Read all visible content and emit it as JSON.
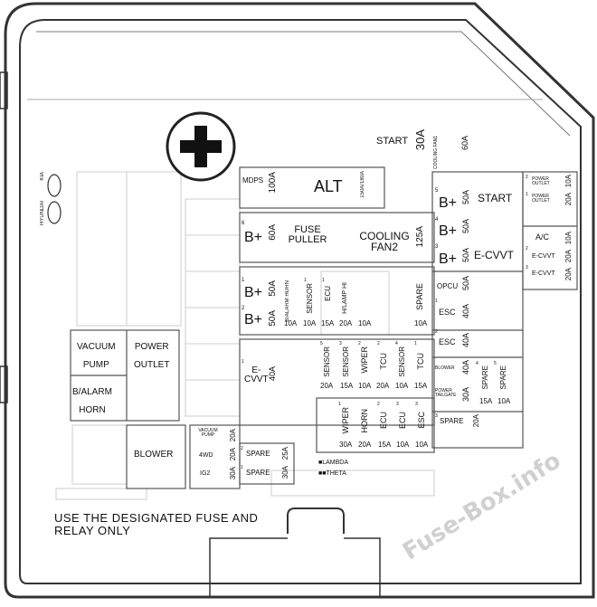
{
  "note": [
    "USE THE DESIGNATED FUSE AND",
    "RELAY ONLY"
  ],
  "watermark": "Fuse-Box.info",
  "brand": [
    "HYUNDAI",
    "KIA"
  ],
  "legend": {
    "lambda": "■LAMBDA",
    "theta": "■■THETA"
  },
  "top_block": {
    "start": "START",
    "start_amp": "30A",
    "cooling_fan1": "COOLING FAN1",
    "cooling_fan1_amp": "60A",
    "mdps": "MDPS",
    "mdps_amp": "100A",
    "alt": "ALT",
    "alt_amp": "150A/180A",
    "b_plus_6": "B+",
    "b_plus_6_num": "6",
    "b_plus_6_amp": "60A",
    "fuse_puller": [
      "FUSE",
      "PULLER"
    ],
    "cooling_fan2": [
      "COOLING",
      "FAN2"
    ],
    "cooling_fan2_amp": "125A"
  },
  "right_block": {
    "b5": "B+",
    "b5_num": "5",
    "b5_amp": "50A",
    "b4": "B+",
    "b4_num": "4",
    "b4_amp": "50A",
    "b3": "B+",
    "b3_num": "3",
    "b3_amp": "50A",
    "relay_start": "START",
    "relay_ecvvt": "E-CVVT",
    "power_outlet2": "POWER OUTLET",
    "power_outlet2_num": "2",
    "power_outlet2_amp": "10A",
    "power_outlet1": "POWER OUTLET",
    "power_outlet1_num": "1",
    "power_outlet1_amp": "20A",
    "ac": "A/C",
    "ac_amp": "10A",
    "ecvvt2": "E-CVVT",
    "ecvvt2_num": "2",
    "ecvvt2_amp": "20A",
    "ecvvt3": "E-CVVT",
    "ecvvt3_num": "3",
    "ecvvt3_amp": "20A",
    "opcu": "OPCU",
    "opcu_amp": "50A",
    "esc1": "ESC",
    "esc1_num": "1",
    "esc1_amp": "40A",
    "esc2": "ESC",
    "esc2_num": "2",
    "esc2_amp": "40A",
    "blower": "BLOWER",
    "blower_amp": "40A",
    "power_tailgate": "POWER TAILGATE",
    "power_tailgate_amp": "30A",
    "spare4": "SPARE",
    "spare4_num": "4",
    "spare4_amp": "15A",
    "spare5": "SPARE",
    "spare5_num": "5",
    "spare5_amp": "10A"
  },
  "mid_row1": {
    "b1": "B+",
    "b1_num": "1",
    "b1_amp": "50A",
    "b2": "B+",
    "b2_num": "2",
    "b2_amp": "50A",
    "fuses": [
      {
        "num": "",
        "label": "B/ALARM HORN",
        "amp": "10A"
      },
      {
        "num": "1",
        "label": "SENSOR",
        "amp": "10A"
      },
      {
        "num": "1",
        "label": "ECU",
        "amp": "15A"
      },
      {
        "num": "",
        "label": "H/LAMP HI",
        "amp": "20A"
      },
      {
        "num": "",
        "label": "",
        "amp": "10A"
      }
    ],
    "spare": "SPARE",
    "spare_amp": "10A"
  },
  "mid_row2": {
    "ecvvt1": [
      "E-",
      "CVVT"
    ],
    "ecvvt1_num": "1",
    "ecvvt1_amp": "40A",
    "fuses": [
      {
        "num": "5",
        "label": "SENSOR",
        "amp": "20A"
      },
      {
        "num": "3",
        "label": "SENSOR",
        "amp": "15A"
      },
      {
        "num": "2",
        "label": "WIPER",
        "amp": "10A"
      },
      {
        "num": "2",
        "label": "TCU",
        "amp": "20A"
      },
      {
        "num": "4",
        "label": "SENSOR",
        "amp": "10A"
      },
      {
        "num": "1",
        "label": "TCU",
        "amp": "15A"
      }
    ]
  },
  "mid_row3": {
    "fuses": [
      {
        "num": "1",
        "label": "WIPER",
        "amp": "30A"
      },
      {
        "num": "",
        "label": "HORN",
        "amp": "20A"
      },
      {
        "num": "2",
        "label": "ECU",
        "amp": "15A"
      },
      {
        "num": "3",
        "label": "ECU",
        "amp": "10A"
      },
      {
        "num": "3",
        "label": "ESC",
        "amp": "10A"
      }
    ],
    "spare3": "SPARE",
    "spare3_num": "3",
    "spare3_amp": "20A"
  },
  "left_block": {
    "vacuum_pump": [
      "VACUUM",
      "PUMP"
    ],
    "power_outlet": [
      "POWER",
      "OUTLET"
    ],
    "alarm_horn": [
      "B/ALARM",
      "HORN"
    ],
    "blower": "BLOWER"
  },
  "bottom_small": {
    "vacuum_pump": "VACUUM PUMP",
    "vacuum_pump_amp": "20A",
    "fourwd": "4WD",
    "fourwd_amp": "20A",
    "ig2": "IG2",
    "ig2_amp": "30A",
    "spare2": "SPARE",
    "spare2_num": "2",
    "spare2_amp": "25A",
    "spare1": "SPARE",
    "spare1_num": "1",
    "spare1_amp": "30A"
  }
}
